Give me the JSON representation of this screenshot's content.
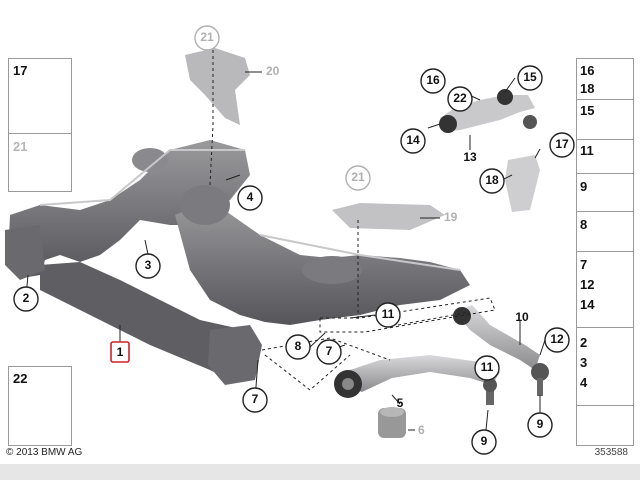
{
  "callouts": [
    {
      "n": "21",
      "ghost": true
    },
    {
      "n": "4"
    },
    {
      "n": "3"
    },
    {
      "n": "2"
    },
    {
      "n": "1",
      "highlight": true
    },
    {
      "n": "21",
      "ghost": true
    },
    {
      "n": "11"
    },
    {
      "n": "8"
    },
    {
      "n": "7"
    },
    {
      "n": "7"
    },
    {
      "n": "5"
    },
    {
      "n": "11"
    },
    {
      "n": "10"
    },
    {
      "n": "12"
    },
    {
      "n": "9"
    },
    {
      "n": "9"
    },
    {
      "n": "16"
    },
    {
      "n": "22"
    },
    {
      "n": "15"
    },
    {
      "n": "14"
    },
    {
      "n": "13"
    },
    {
      "n": "17"
    },
    {
      "n": "18"
    }
  ],
  "plain_labels": {
    "l20": "20",
    "l19": "19",
    "l6": "6"
  },
  "sidebar_left": {
    "box1_top": "17",
    "box1_bottom": "21",
    "box2": "22"
  },
  "sidebar_right": {
    "b1a": "16",
    "b1b": "18",
    "b2": "15",
    "b3": "11",
    "b4": "9",
    "b5": "8",
    "b6a": "7",
    "b6b": "12",
    "b6c": "14",
    "b7a": "2",
    "b7b": "3",
    "b7c": "4"
  },
  "footer": {
    "copyright": "© 2013 BMW AG",
    "image_number": "353588"
  },
  "colors": {
    "part_dark": "#6f6f72",
    "part_mid": "#8d8d90",
    "part_light": "#b8b8bb",
    "highlight_red": "#d0202a",
    "ghost_gray": "#b0b0b0"
  }
}
